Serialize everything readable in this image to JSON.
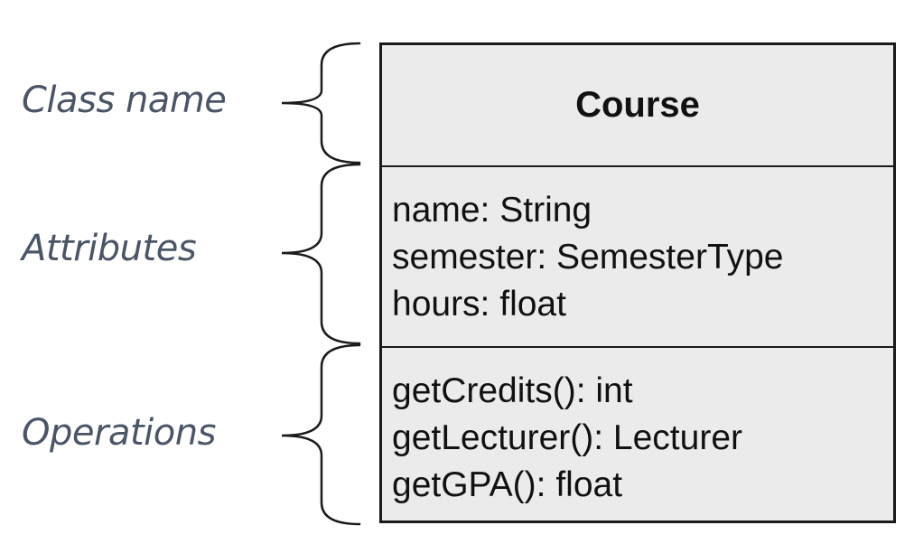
{
  "labels": {
    "class_name": "Class name",
    "attributes": "Attributes",
    "operations": "Operations"
  },
  "uml_class": {
    "name": "Course",
    "attributes": [
      "name: String",
      "semester: SemesterType",
      "hours: float"
    ],
    "operations": [
      "getCredits(): int",
      "getLecturer(): Lecturer",
      "getGPA(): float"
    ]
  },
  "colors": {
    "label_text": "#4a5568",
    "box_fill": "#ebebeb",
    "box_border": "#1a1a1a"
  }
}
